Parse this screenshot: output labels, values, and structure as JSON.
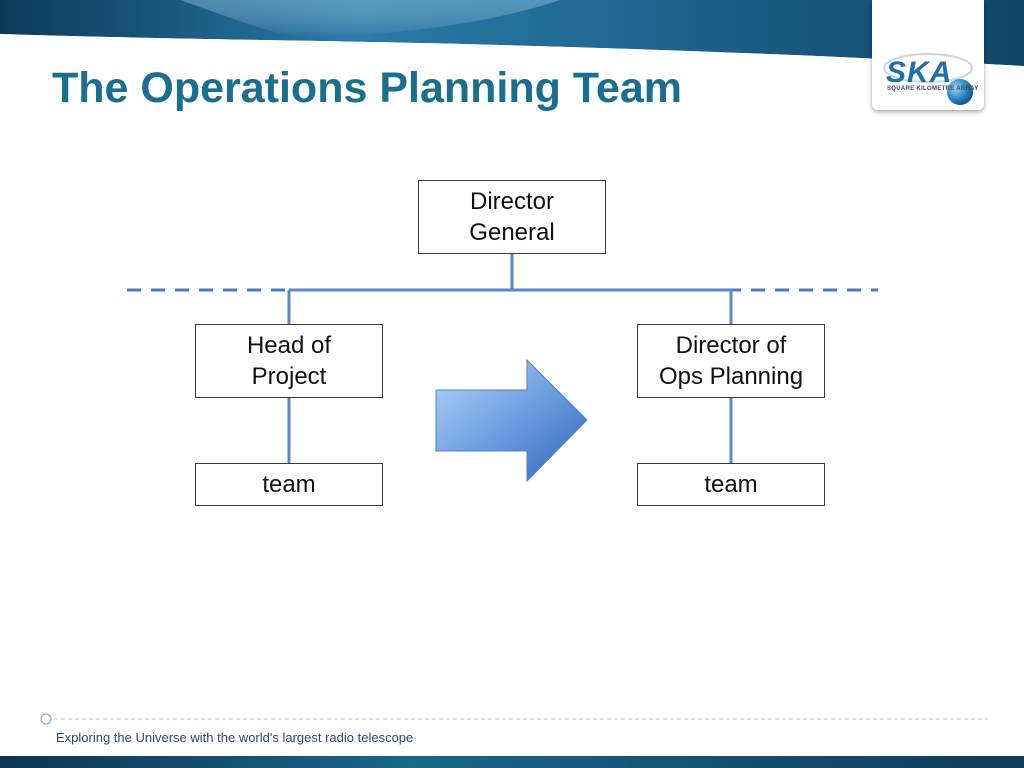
{
  "slide": {
    "title": "The Operations Planning Team",
    "logo_text": "SKA",
    "logo_subtitle": "SQUARE KILOMETRE ARRAY",
    "footer": "Exploring the Universe with the world's largest radio telescope"
  },
  "org_chart": {
    "top": {
      "label": "Director\nGeneral"
    },
    "left_branch": {
      "head": {
        "label": "Head of\nProject"
      },
      "team": {
        "label": "team"
      }
    },
    "right_branch": {
      "head": {
        "label": "Director of\nOps Planning"
      },
      "team": {
        "label": "team"
      }
    },
    "transition_arrow": {
      "direction": "left-to-right",
      "color": "#5b8fd8"
    },
    "boundary_line": {
      "style": "dashed",
      "color": "#4a78c2"
    }
  },
  "colors": {
    "title": "#1a6e8e",
    "connector": "#5b87c9",
    "banner": "#1a5f86"
  },
  "icons": [
    "ska-logo",
    "right-arrow-icon"
  ]
}
